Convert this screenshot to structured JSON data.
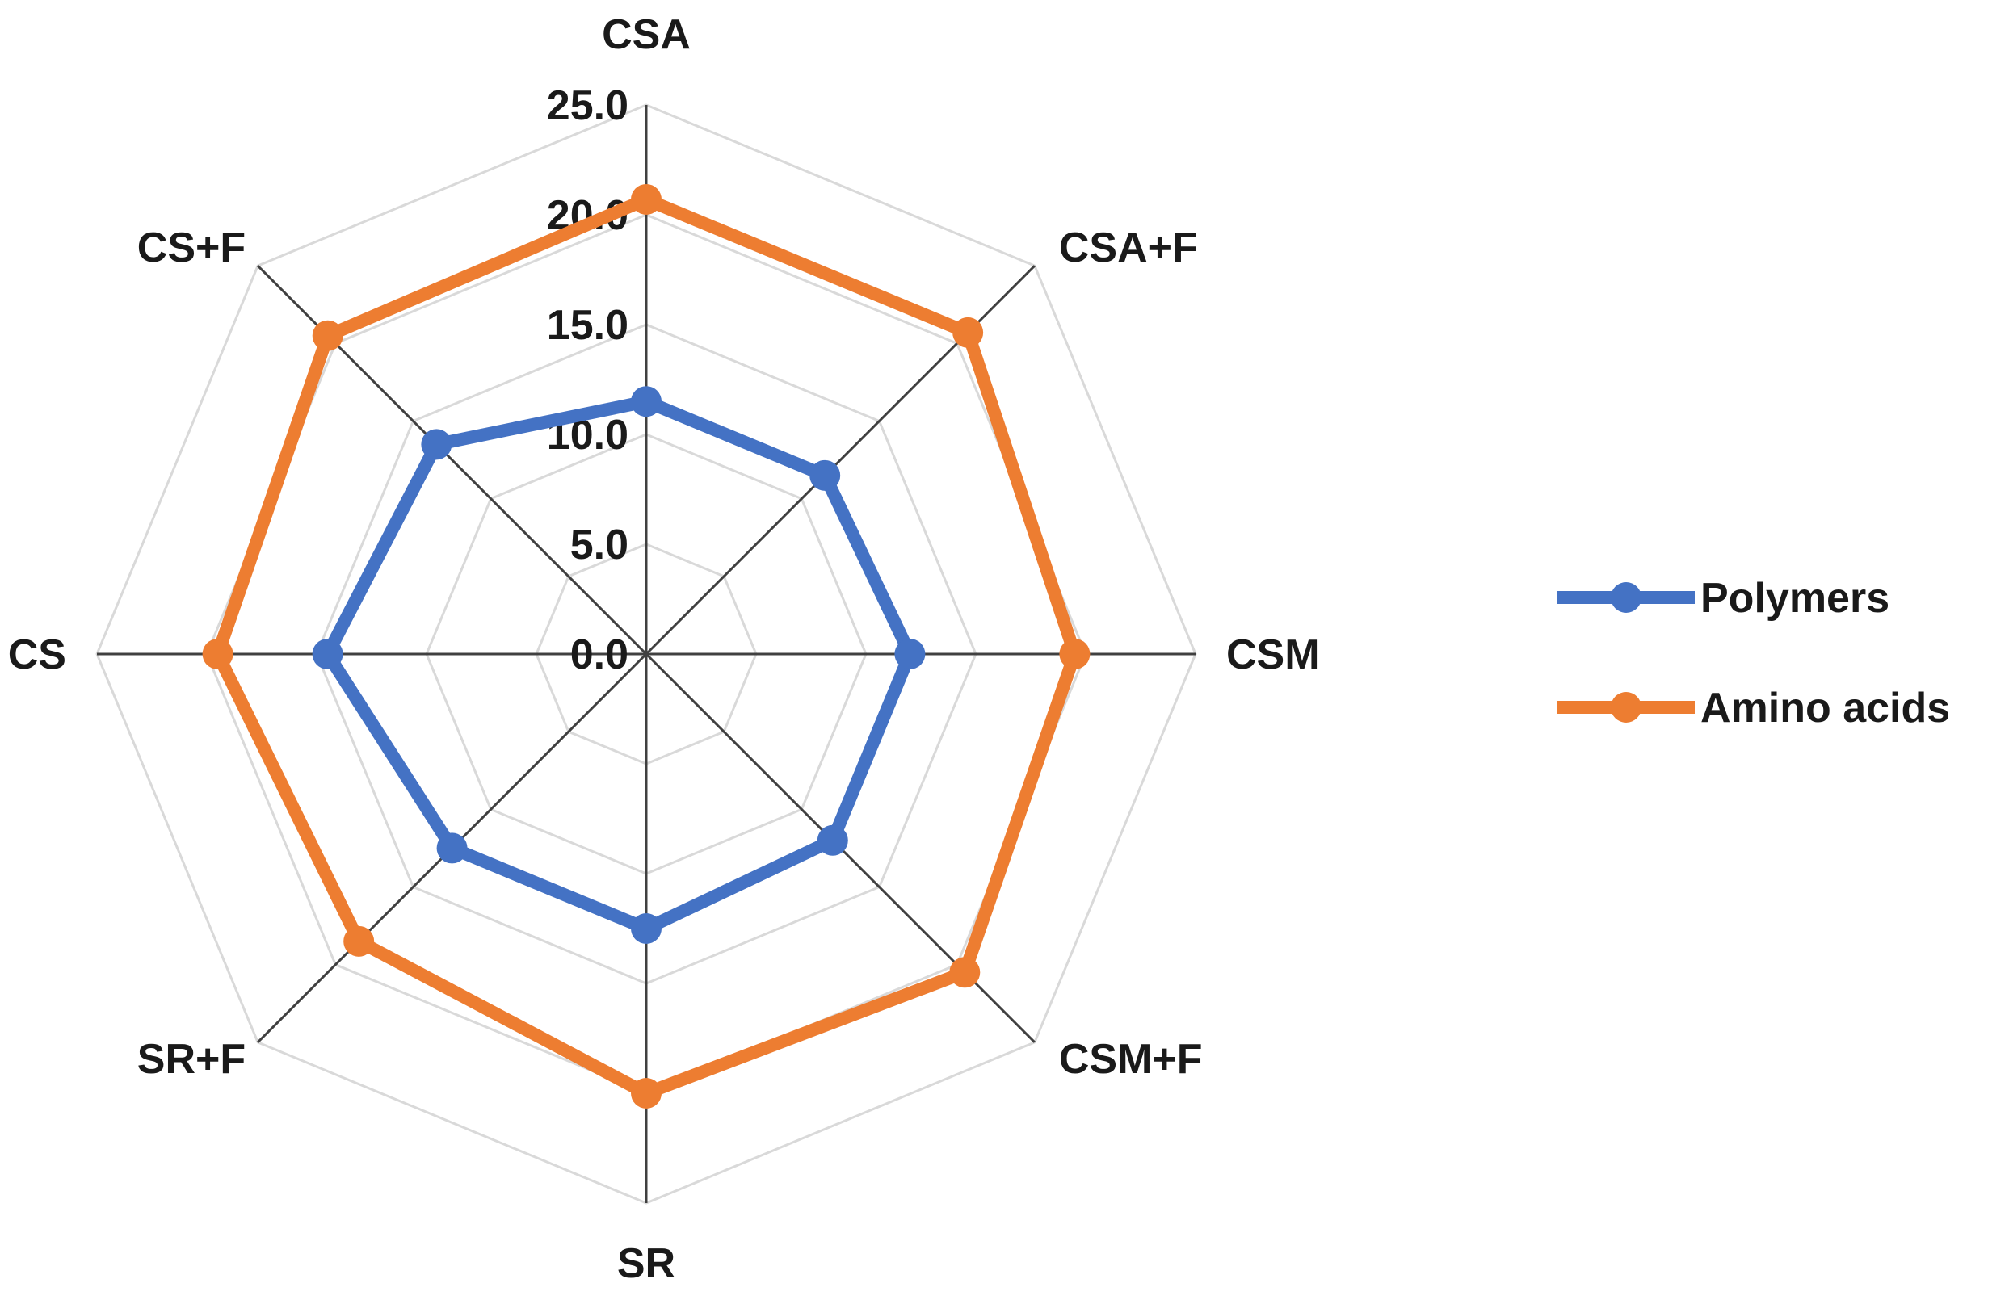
{
  "chart_data": {
    "type": "radar",
    "categories": [
      "CSA",
      "CSA+F",
      "CSM",
      "CSM+F",
      "SR",
      "SR+F",
      "CS",
      "CS+F"
    ],
    "series": [
      {
        "name": "Polymers",
        "values": [
          11.5,
          11.5,
          12.0,
          12.0,
          12.5,
          12.5,
          14.5,
          13.5
        ],
        "color": "#4472C4"
      },
      {
        "name": "Amino acids",
        "values": [
          20.7,
          20.7,
          19.5,
          20.5,
          20.0,
          18.5,
          19.5,
          20.5
        ],
        "color": "#ED7D31"
      }
    ],
    "r_ticks": [
      "0.0",
      "5.0",
      "10.0",
      "15.0",
      "20.0",
      "25.0"
    ],
    "rlim": [
      0,
      25
    ],
    "grid": true,
    "grid_color": "#D9D9D9",
    "spoke_color": "#404040",
    "legend_position": "right"
  }
}
